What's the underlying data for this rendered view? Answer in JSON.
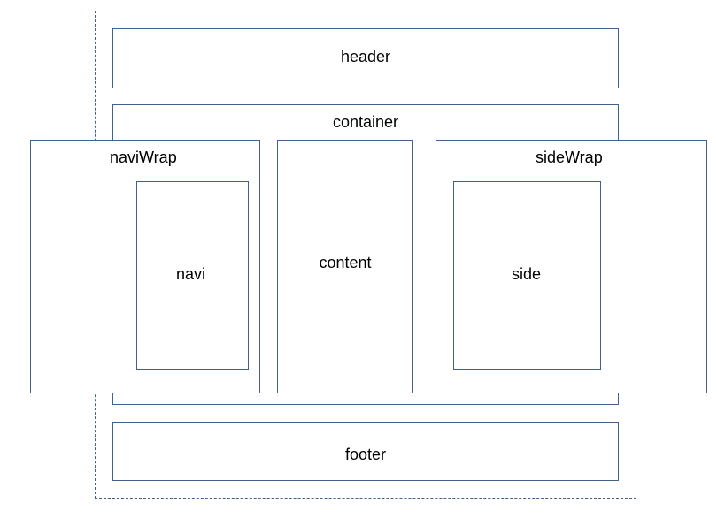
{
  "diagram": {
    "labels": {
      "header": "header",
      "container": "container",
      "naviWrap": "naviWrap",
      "navi": "navi",
      "content": "content",
      "sideWrap": "sideWrap",
      "side": "side",
      "footer": "footer"
    },
    "colors": {
      "border": "#41618a",
      "text": "#000000",
      "background": "#ffffff"
    },
    "outer_border_style": "dashed"
  }
}
